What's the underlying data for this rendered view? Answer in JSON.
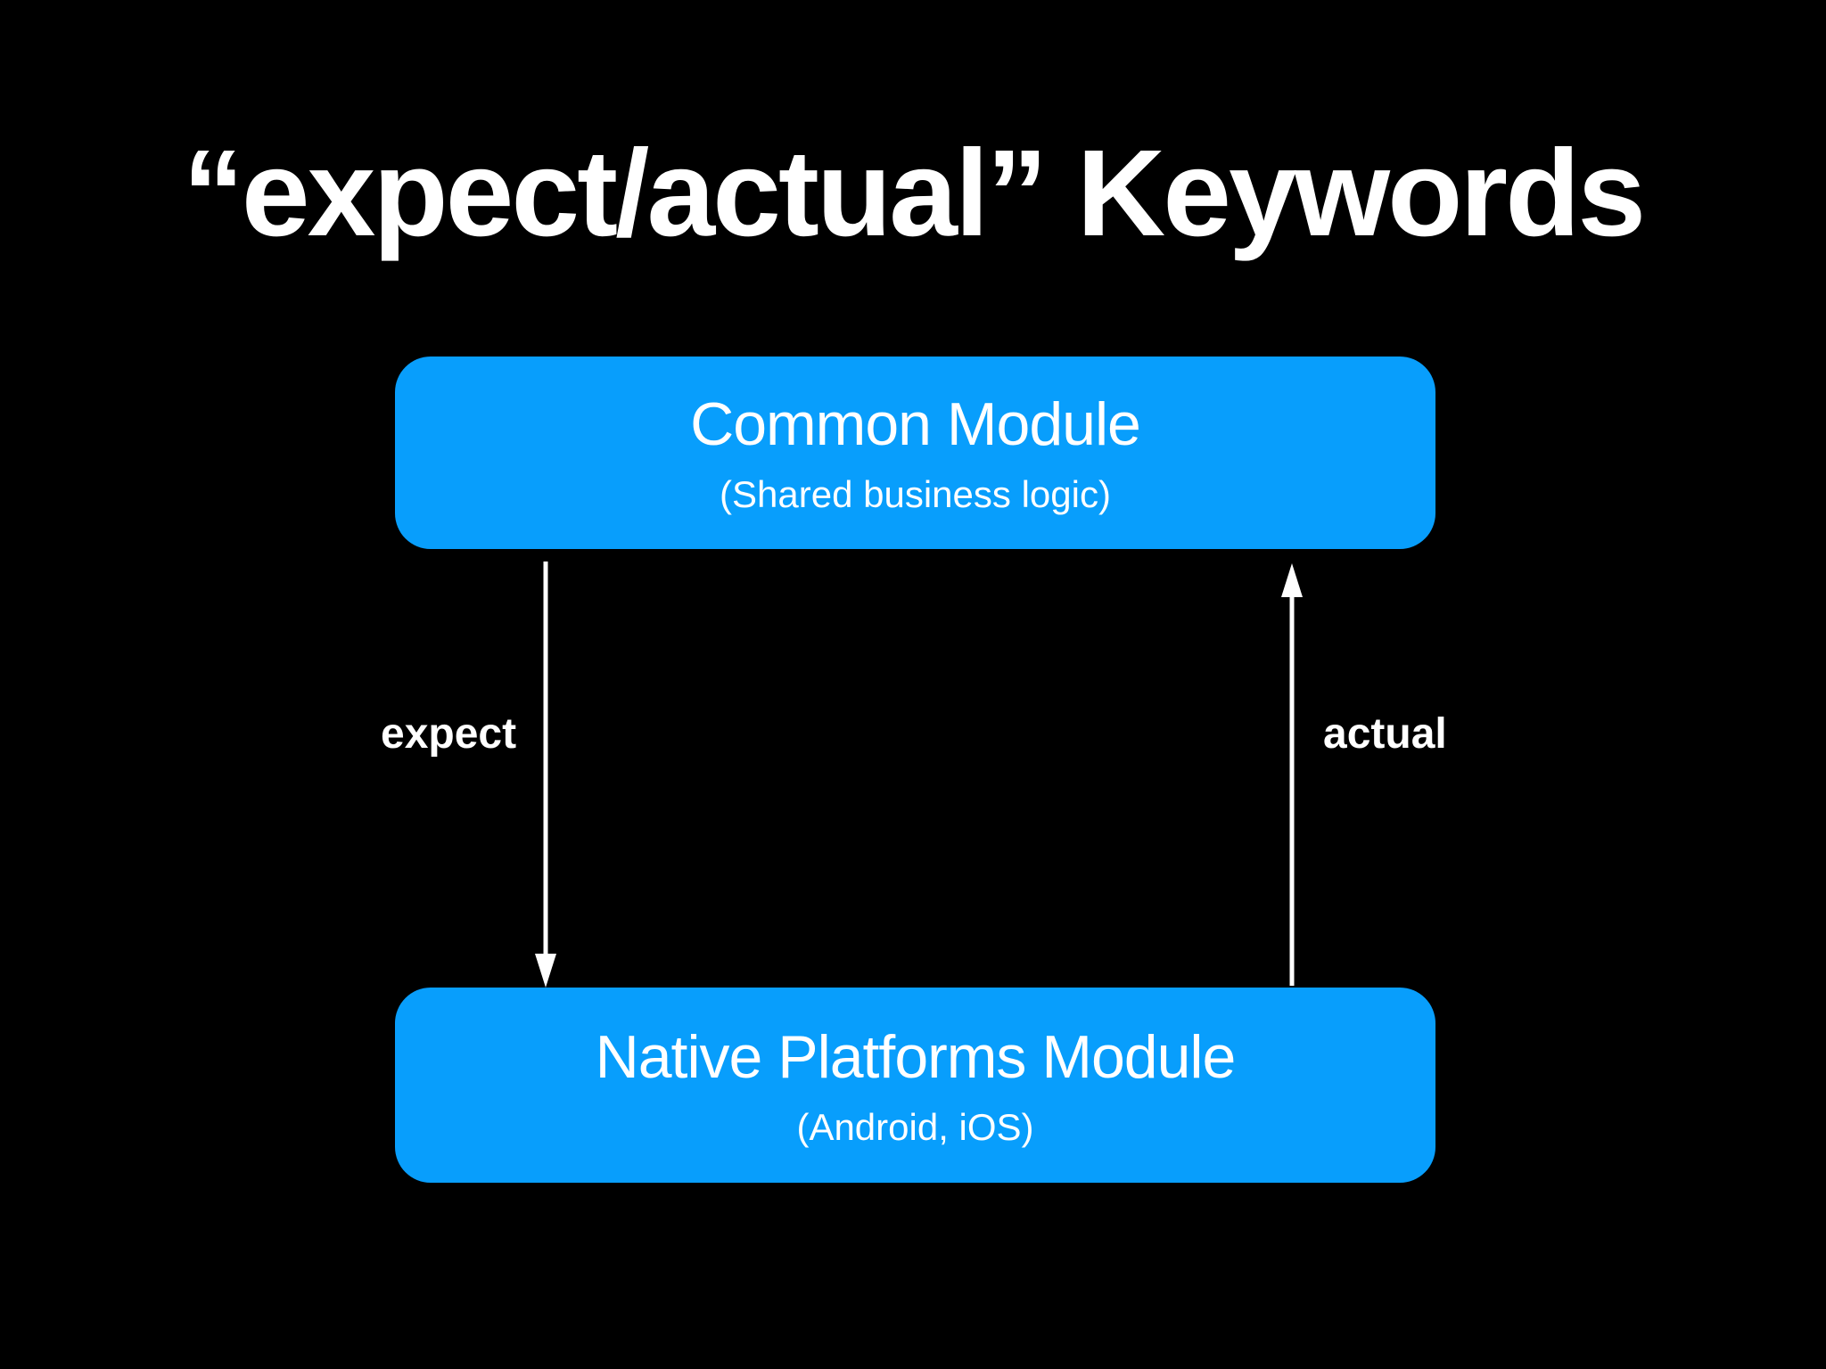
{
  "title": "“expect/actual” Keywords",
  "colors": {
    "background": "#000000",
    "box_blue": "#089EFC",
    "text_white": "#ffffff"
  },
  "diagram": {
    "top_box": {
      "title": "Common Module",
      "subtitle": "(Shared business logic)"
    },
    "bottom_box": {
      "title": "Native Platforms Module",
      "subtitle": "(Android, iOS)"
    },
    "arrows": [
      {
        "label": "expect",
        "direction": "down"
      },
      {
        "label": "actual",
        "direction": "up"
      }
    ]
  }
}
